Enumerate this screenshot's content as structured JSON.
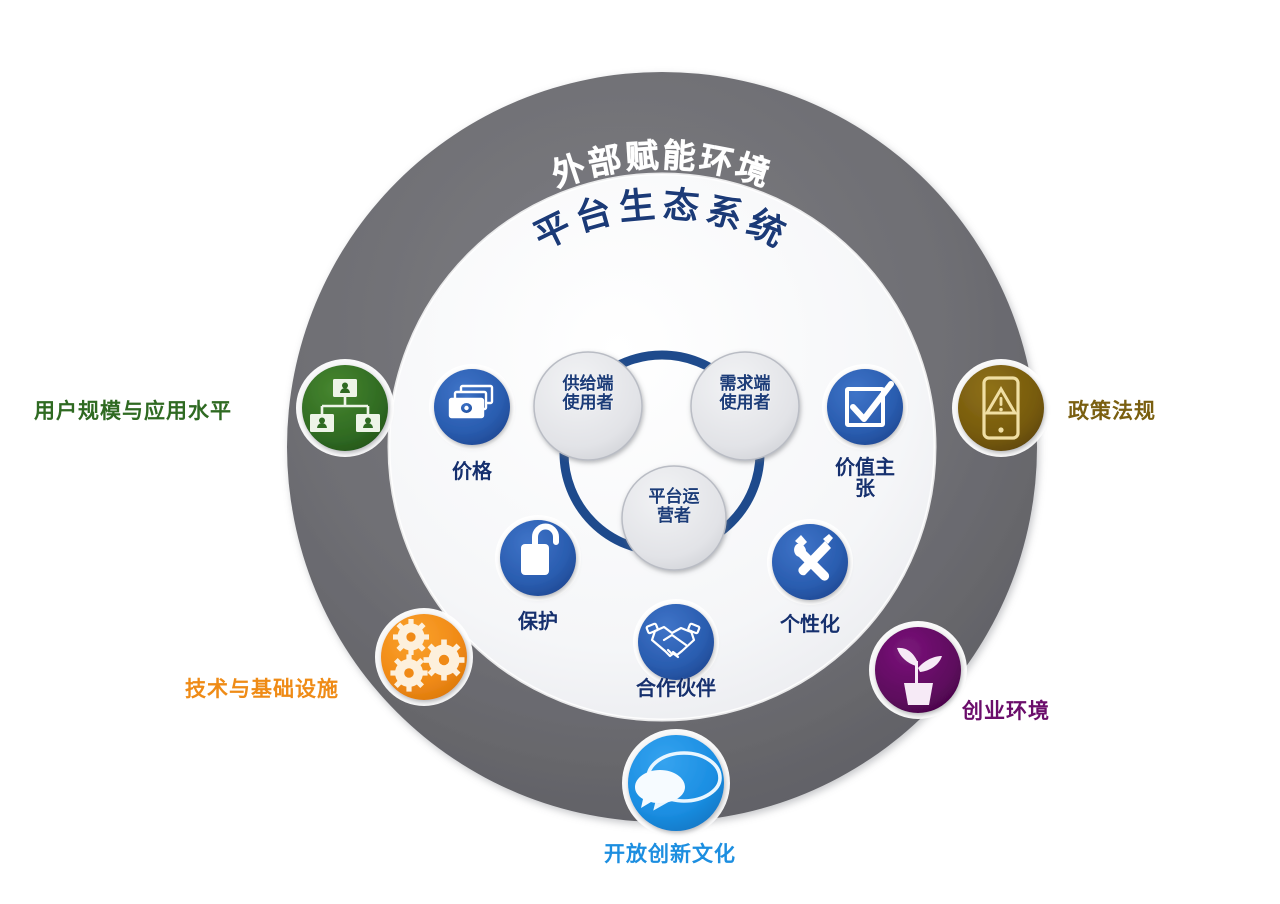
{
  "diagram": {
    "title_outer_ring": "外部赋能环境",
    "title_inner_ring": "平台生态系统",
    "outer_ring_color": "#6d6d71",
    "inner_disc_color": "#f3f4f6",
    "core_ring_color": "#1e4a8c",
    "blue_icon_color": "#2a5db0"
  },
  "environment_factors": [
    {
      "id": "user-scale",
      "label": "用户规模与应用水平",
      "color": "#2f6a22",
      "icon": "org-chart-icon"
    },
    {
      "id": "policy",
      "label": "政策法规",
      "color": "#7a5f10",
      "icon": "phone-warning-icon"
    },
    {
      "id": "tech",
      "label": "技术与基础设施",
      "color": "#ef8b16",
      "icon": "gears-icon"
    },
    {
      "id": "entrepreneurship",
      "label": "创业环境",
      "color": "#5f0b5f",
      "icon": "potted-plant-icon"
    },
    {
      "id": "culture",
      "label": "开放创新文化",
      "color": "#1c8ee0",
      "icon": "chat-bubbles-icon"
    }
  ],
  "platform_elements": [
    {
      "id": "price",
      "label": "价格",
      "icon": "banknotes-icon"
    },
    {
      "id": "value-prop",
      "label": "价值主张",
      "icon": "checkbox-icon"
    },
    {
      "id": "protection",
      "label": "保护",
      "icon": "open-padlock-icon"
    },
    {
      "id": "partners",
      "label": "合作伙伴",
      "icon": "handshake-icon"
    },
    {
      "id": "personalization",
      "label": "个性化",
      "icon": "tools-icon"
    }
  ],
  "core_actors": [
    {
      "id": "supply-user",
      "label": "供给端使用者"
    },
    {
      "id": "demand-user",
      "label": "需求端使用者"
    },
    {
      "id": "operator",
      "label": "平台运营者"
    }
  ]
}
